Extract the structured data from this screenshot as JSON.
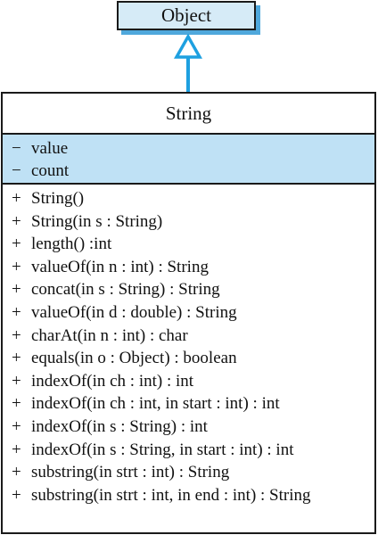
{
  "parent_class": {
    "name": "Object"
  },
  "class": {
    "name": "String",
    "attributes": [
      {
        "visibility": "−",
        "text": "value"
      },
      {
        "visibility": "−",
        "text": "count"
      }
    ],
    "operations": [
      {
        "visibility": "+",
        "text": "String()"
      },
      {
        "visibility": "+",
        "text": "String(in s : String)"
      },
      {
        "visibility": "+",
        "text": "length() :int"
      },
      {
        "visibility": "+",
        "text": "valueOf(in n : int) : String"
      },
      {
        "visibility": "+",
        "text": "concat(in s : String) : String"
      },
      {
        "visibility": "+",
        "text": "valueOf(in d : double) : String"
      },
      {
        "visibility": "+",
        "text": "charAt(in n : int) : char"
      },
      {
        "visibility": "+",
        "text": "equals(in o : Object) : boolean"
      },
      {
        "visibility": "+",
        "text": "indexOf(in ch : int) : int"
      },
      {
        "visibility": "+",
        "text": "indexOf(in ch : int, in start : int) : int"
      },
      {
        "visibility": "+",
        "text": "indexOf(in s : String) : int"
      },
      {
        "visibility": "+",
        "text": "indexOf(in s : String, in start : int) : int"
      },
      {
        "visibility": "+",
        "text": "substring(in strt : int) : String"
      },
      {
        "visibility": "+",
        "text": "substring(in strt : int, in end : int) : String"
      }
    ]
  },
  "colors": {
    "parent_fill": "#d6ebf7",
    "parent_shadow": "#4fa8dc",
    "attribute_fill": "#bfe1f5",
    "arrow": "#1ea0e0",
    "border": "#1a1a1a"
  }
}
